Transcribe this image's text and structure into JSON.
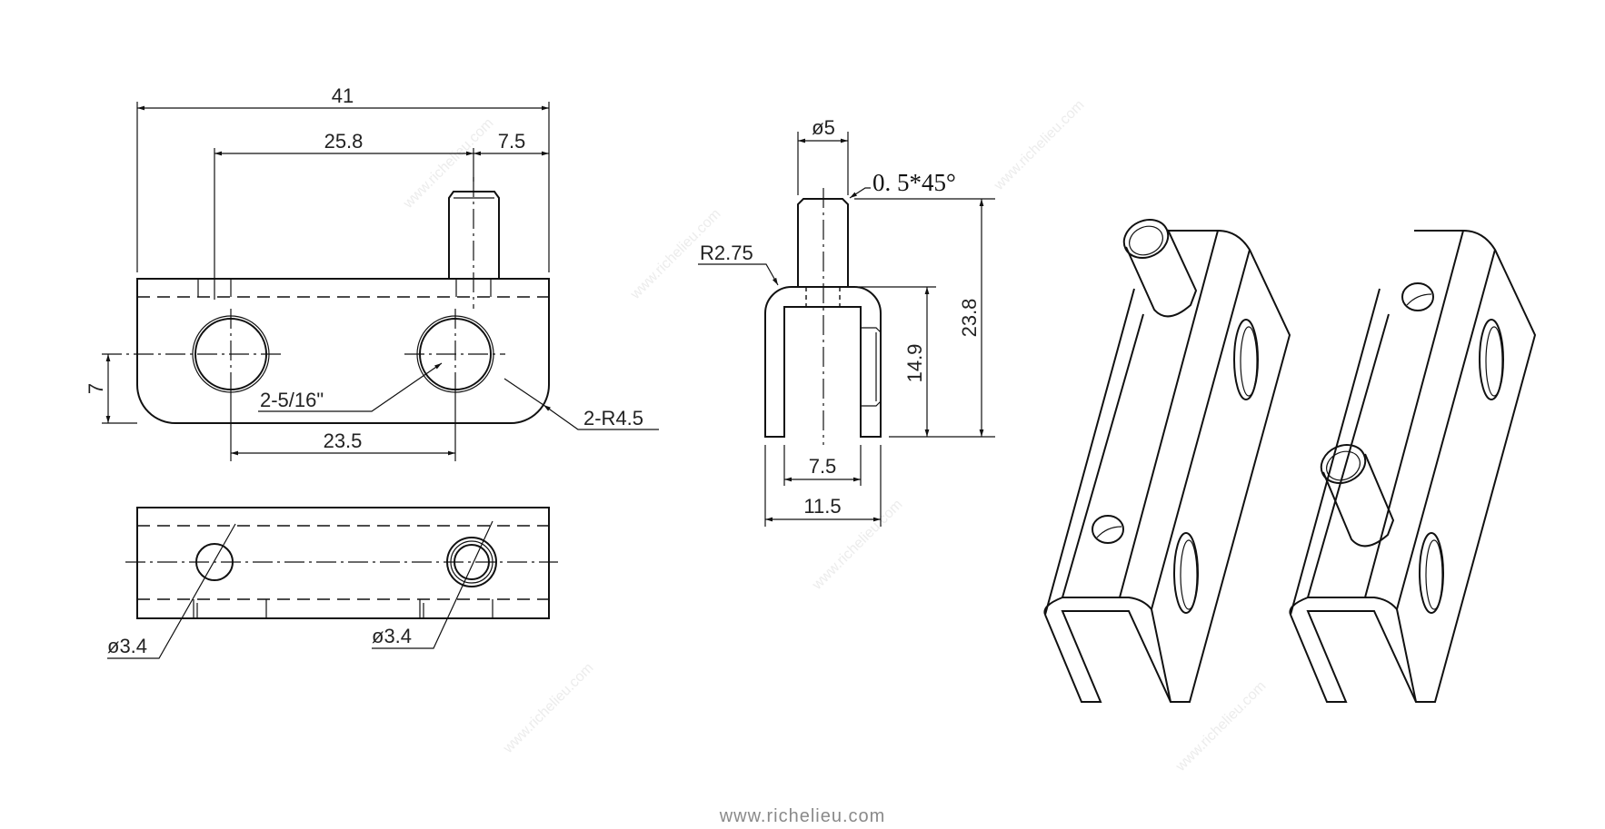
{
  "front_view": {
    "overall_length": "41",
    "hole_to_pin": "25.8",
    "pin_to_edge": "7.5",
    "hole_height": "7",
    "hole_spacing": "23.5",
    "hole_callout": "2-5/16\"",
    "corner_radius": "2-R4.5"
  },
  "bottom_view": {
    "left_hole": "ø3.4",
    "right_hole": "ø3.4"
  },
  "side_view": {
    "pin_diameter": "ø5",
    "chamfer": "0. 5*45°",
    "inner_radius": "R2.75",
    "total_height": "23.8",
    "body_height": "14.9",
    "inner_width": "7.5",
    "outer_width": "11.5"
  },
  "watermark": "www.richelieu.com",
  "footer": "www.richelieu.com"
}
